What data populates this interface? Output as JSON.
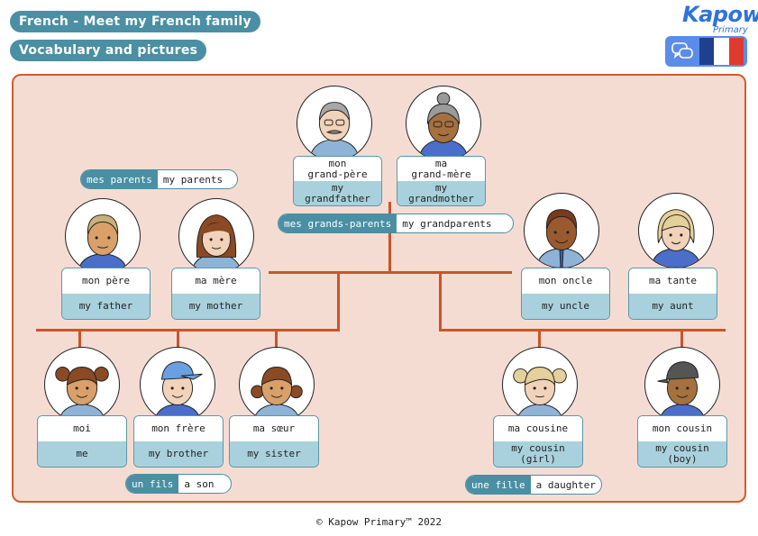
{
  "header": {
    "title": "French - Meet my French family",
    "subtitle": "Vocabulary and pictures"
  },
  "logo": {
    "word": "Kapow",
    "sub": "Primary"
  },
  "labels": {
    "parents": {
      "fr": "mes parents",
      "en": "my parents"
    },
    "grandparents": {
      "fr": "mes grands-parents",
      "en": "my grandparents"
    },
    "son": {
      "fr": "un fils",
      "en": "a son"
    },
    "daughter": {
      "fr": "une fille",
      "en": "a daughter"
    }
  },
  "people": {
    "grandfather": {
      "fr": "mon\ngrand-père",
      "en": "my\ngrandfather"
    },
    "grandmother": {
      "fr": "ma\ngrand-mère",
      "en": "my\ngrandmother"
    },
    "father": {
      "fr": "mon père",
      "en": "my father"
    },
    "mother": {
      "fr": "ma mère",
      "en": "my mother"
    },
    "uncle": {
      "fr": "mon oncle",
      "en": "my uncle"
    },
    "aunt": {
      "fr": "ma tante",
      "en": "my aunt"
    },
    "me": {
      "fr": "moi",
      "en": "me"
    },
    "brother": {
      "fr": "mon frère",
      "en": "my brother"
    },
    "sister": {
      "fr": "ma sœur",
      "en": "my sister"
    },
    "cousin_girl": {
      "fr": "ma cousine",
      "en": "my cousin\n(girl)"
    },
    "cousin_boy": {
      "fr": "mon cousin",
      "en": "my cousin\n(boy)"
    }
  },
  "colors": {
    "accent": "#4a8fa3",
    "tree_line": "#c9552a",
    "frame_bg": "#f5dcd3",
    "frame_border": "#d65a2b",
    "card_lower": "#a9d1dd"
  },
  "footer": "© Kapow Primary™ 2022"
}
